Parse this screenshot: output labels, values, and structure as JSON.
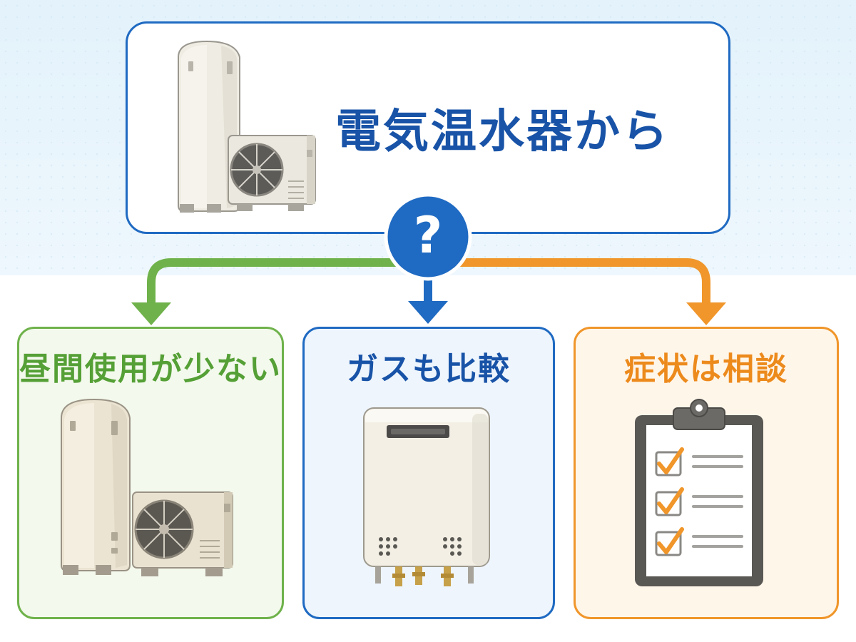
{
  "top": {
    "title": "電気温水器から",
    "question_mark": "?",
    "illustration_icon": "electric-water-heater-icon"
  },
  "branches": [
    {
      "label": "昼間使用が少ない",
      "color": "#6fb24b",
      "illustration_icon": "heat-pump-water-heater-icon"
    },
    {
      "label": "ガスも比較",
      "color": "#1f6ac2",
      "illustration_icon": "gas-water-heater-icon"
    },
    {
      "label": "症状は相談",
      "color": "#f0962a",
      "illustration_icon": "checklist-clipboard-icon"
    }
  ],
  "colors": {
    "primary_blue": "#1f6ac2",
    "title_blue": "#1853a7",
    "green": "#6fb24b",
    "orange": "#f0962a"
  }
}
